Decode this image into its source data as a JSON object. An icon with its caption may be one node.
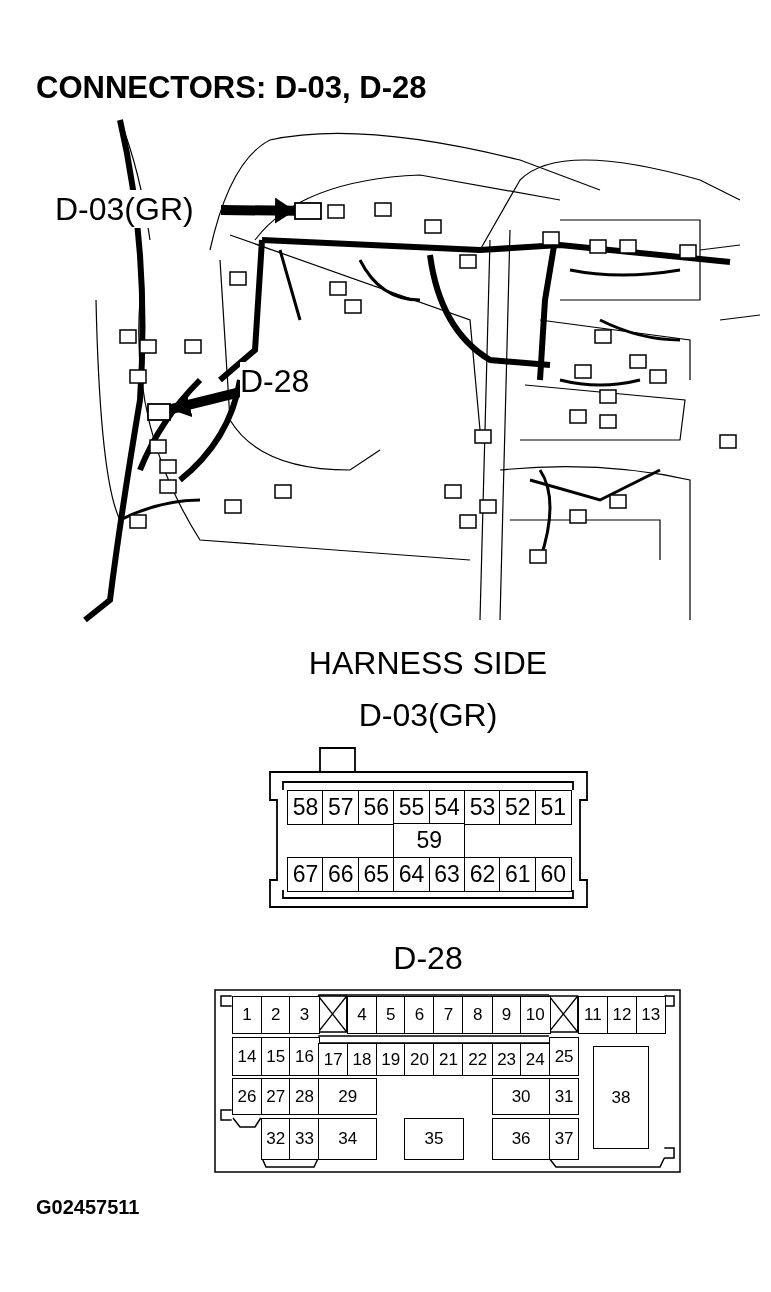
{
  "diagram": {
    "title": "CONNECTORS: D-03, D-28",
    "nodes": [
      {
        "text": [
          "D-03(GR)"
        ]
      },
      {
        "text": [],
        "shape": "box"
      },
      {
        "text": [
          "D-28"
        ]
      },
      {
        "text": [],
        "shape": "box"
      }
    ],
    "edges": [
      {
        "from": 0,
        "to": 1,
        "arrow": "to"
      },
      {
        "from": 2,
        "to": 3,
        "arrow": "to"
      }
    ],
    "labels": [
      "HARNESS SIDE",
      "D-03(GR)",
      "58",
      "57",
      "56",
      "55",
      "54",
      "53",
      "52",
      "51",
      "59",
      "67",
      "66",
      "65",
      "64",
      "63",
      "62",
      "61",
      "60",
      "D-28",
      "1",
      "2",
      "3",
      "4",
      "5",
      "6",
      "7",
      "8",
      "9",
      "10",
      "11",
      "12",
      "13",
      "14",
      "15",
      "16",
      "17",
      "18",
      "19",
      "20",
      "21",
      "22",
      "23",
      "24",
      "25",
      "26",
      "27",
      "28",
      "29",
      "30",
      "31",
      "38",
      "32",
      "33",
      "34",
      "35",
      "36",
      "37",
      "G02457511"
    ]
  }
}
